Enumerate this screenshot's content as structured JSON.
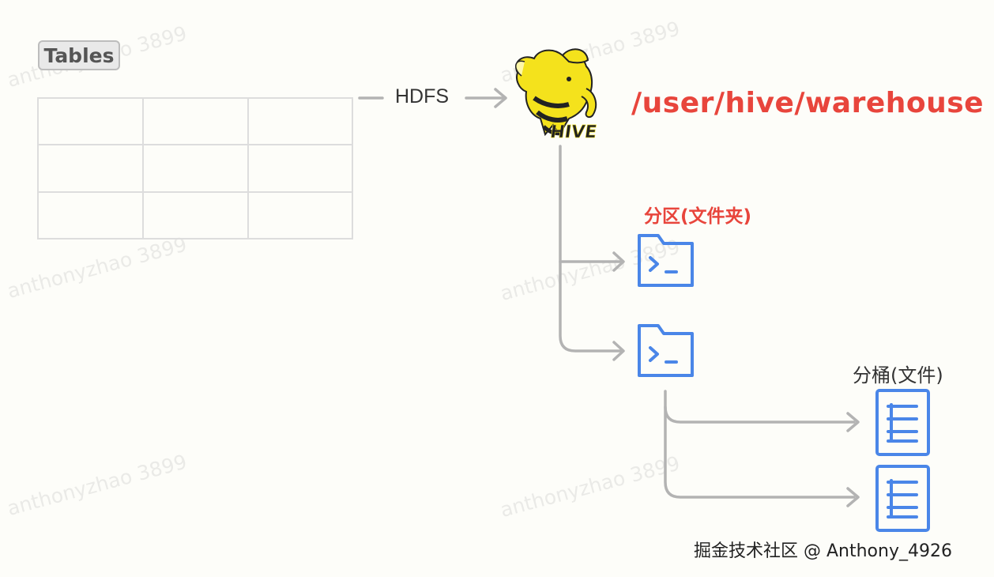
{
  "tables_label": "Tables",
  "hdfs_label": "HDFS",
  "hive_logo_text": "HIVE",
  "warehouse_path": "/user/hive/warehouse",
  "partition_label": "分区(文件夹)",
  "bucket_label": "分桶(文件)",
  "credit": "掘金技术社区 @ Anthony_4926",
  "watermark": "anthonyzhao 3899",
  "table_grid": {
    "rows": 3,
    "cols": 3
  },
  "icons": {
    "folder": "folder-terminal-icon",
    "file": "list-file-icon"
  },
  "colors": {
    "accent_red": "#e8453c",
    "icon_blue": "#4a86e8",
    "connector_gray": "#b3b3b3",
    "grid_gray": "#dddddd"
  }
}
